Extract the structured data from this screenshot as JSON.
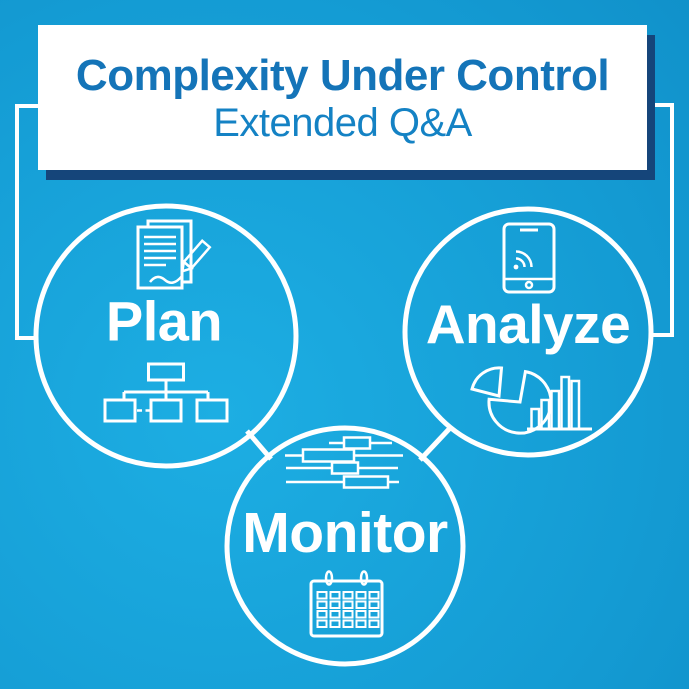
{
  "banner": {
    "title": "Complexity Under Control",
    "subtitle": "Extended Q&A"
  },
  "circles": [
    {
      "label": "Plan",
      "icons": [
        "document-pencil-icon",
        "org-chart-icon"
      ]
    },
    {
      "label": "Analyze",
      "icons": [
        "phone-signal-icon",
        "pie-chart-icon",
        "bar-chart-icon"
      ]
    },
    {
      "label": "Monitor",
      "icons": [
        "gantt-chart-icon",
        "calendar-icon"
      ]
    }
  ],
  "colors": {
    "background_light": "#1daee3",
    "background_mid": "#149bd3",
    "background_deep": "#0a80ba",
    "shadow_navy": "#15457a",
    "title_blue": "#1474b8",
    "subtitle_blue": "#1482c4",
    "line_white": "#ffffff"
  }
}
